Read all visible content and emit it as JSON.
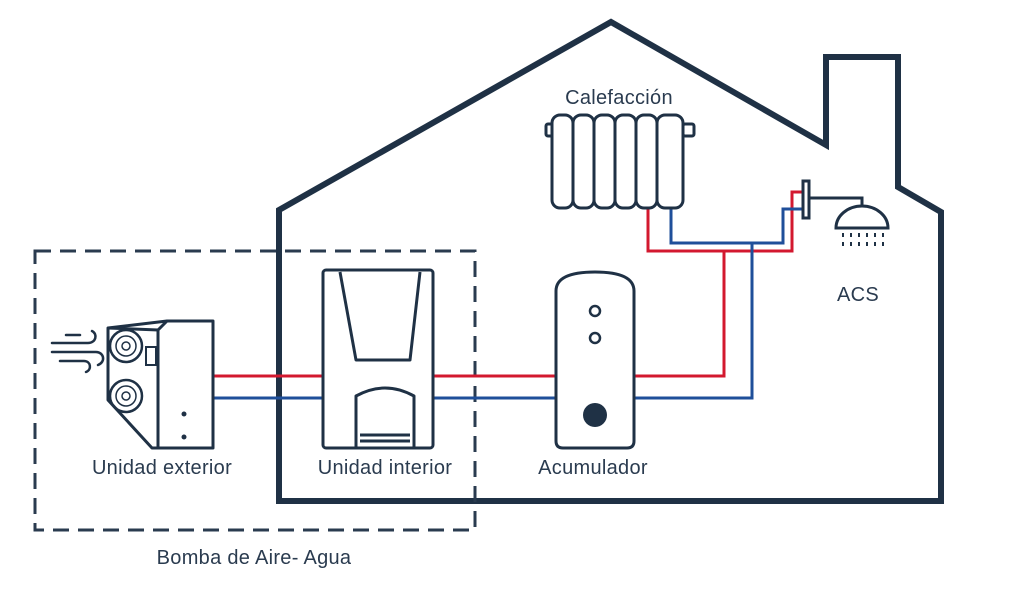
{
  "labels": {
    "calefaccion": "Calefacción",
    "acs": "ACS",
    "unidad_exterior": "Unidad exterior",
    "unidad_interior": "Unidad interior",
    "acumulador": "Acumulador",
    "bomba": "Bomba de Aire- Agua"
  },
  "colors": {
    "outline": "#1f3145",
    "supply": "#d3182f",
    "return": "#1f4f9a",
    "label": "#2a3b4f"
  }
}
